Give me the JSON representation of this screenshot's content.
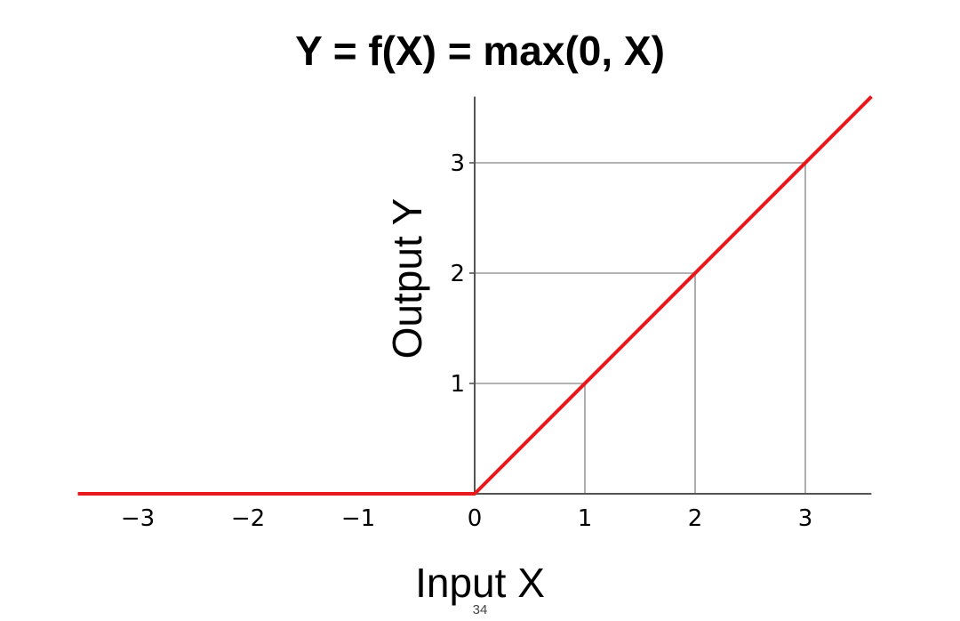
{
  "chart_data": {
    "type": "line",
    "title": "Y = f(X) = max(0, X)",
    "xlabel": "Input X",
    "ylabel": "Output Y",
    "xlim": [
      -3.6,
      3.6
    ],
    "ylim": [
      0,
      3.6
    ],
    "x_ticks": [
      {
        "value": -3,
        "label": "−3"
      },
      {
        "value": -2,
        "label": "−2"
      },
      {
        "value": -1,
        "label": "−1"
      },
      {
        "value": 0,
        "label": "0"
      },
      {
        "value": 1,
        "label": "1"
      },
      {
        "value": 2,
        "label": "2"
      },
      {
        "value": 3,
        "label": "3"
      }
    ],
    "y_ticks": [
      {
        "value": 1,
        "label": "1"
      },
      {
        "value": 2,
        "label": "2"
      },
      {
        "value": 3,
        "label": "3"
      }
    ],
    "series": [
      {
        "x": [
          -3.6,
          0,
          3.6
        ],
        "y": [
          0,
          0,
          3.6
        ],
        "color": "#e8191c"
      }
    ],
    "guide_points": [
      {
        "x": 1,
        "y": 1
      },
      {
        "x": 2,
        "y": 2
      },
      {
        "x": 3,
        "y": 3
      }
    ],
    "grid": false,
    "legend": "none"
  },
  "page_number": "34",
  "colors": {
    "line": "#e8191c",
    "axis": "#555555",
    "guide": "#9a9a9a"
  }
}
